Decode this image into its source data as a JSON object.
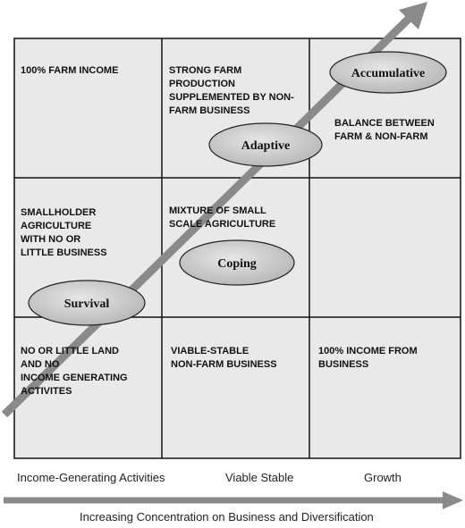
{
  "cells": {
    "top_left": "100% FARM INCOME",
    "top_mid": "STRONG FARM\nPRODUCTION\nSUPPLEMENTED BY NON-\nFARM BUSINESS",
    "top_right": "BALANCE BETWEEN\nFARM & NON-FARM",
    "mid_left": "SMALLHOLDER\nAGRICULTURE\nWITH NO OR\nLITTLE BUSINESS",
    "mid_mid": "MIXTURE OF SMALL\nSCALE AGRICULTURE",
    "mid_right": "",
    "bot_left": "NO OR LITTLE LAND\nAND NO\nINCOME GENERATING\nACTIVITES",
    "bot_mid": "VIABLE-STABLE\nNON-FARM BUSINESS",
    "bot_right": "100% INCOME FROM\nBUSINESS"
  },
  "stages": {
    "survival": "Survival",
    "coping": "Coping",
    "adaptive": "Adaptive",
    "accumulative": "Accumulative"
  },
  "columns": {
    "col1": "Income-Generating Activities",
    "col2": "Viable  Stable",
    "col3": "Growth"
  },
  "axis_caption": "Increasing Concentration on Business and Diversification",
  "colors": {
    "cell_fill": "#e9e9e9",
    "grid_line": "#111111",
    "arrow": "#8a8a8a",
    "ellipse_fill": "#c8c8c8"
  }
}
